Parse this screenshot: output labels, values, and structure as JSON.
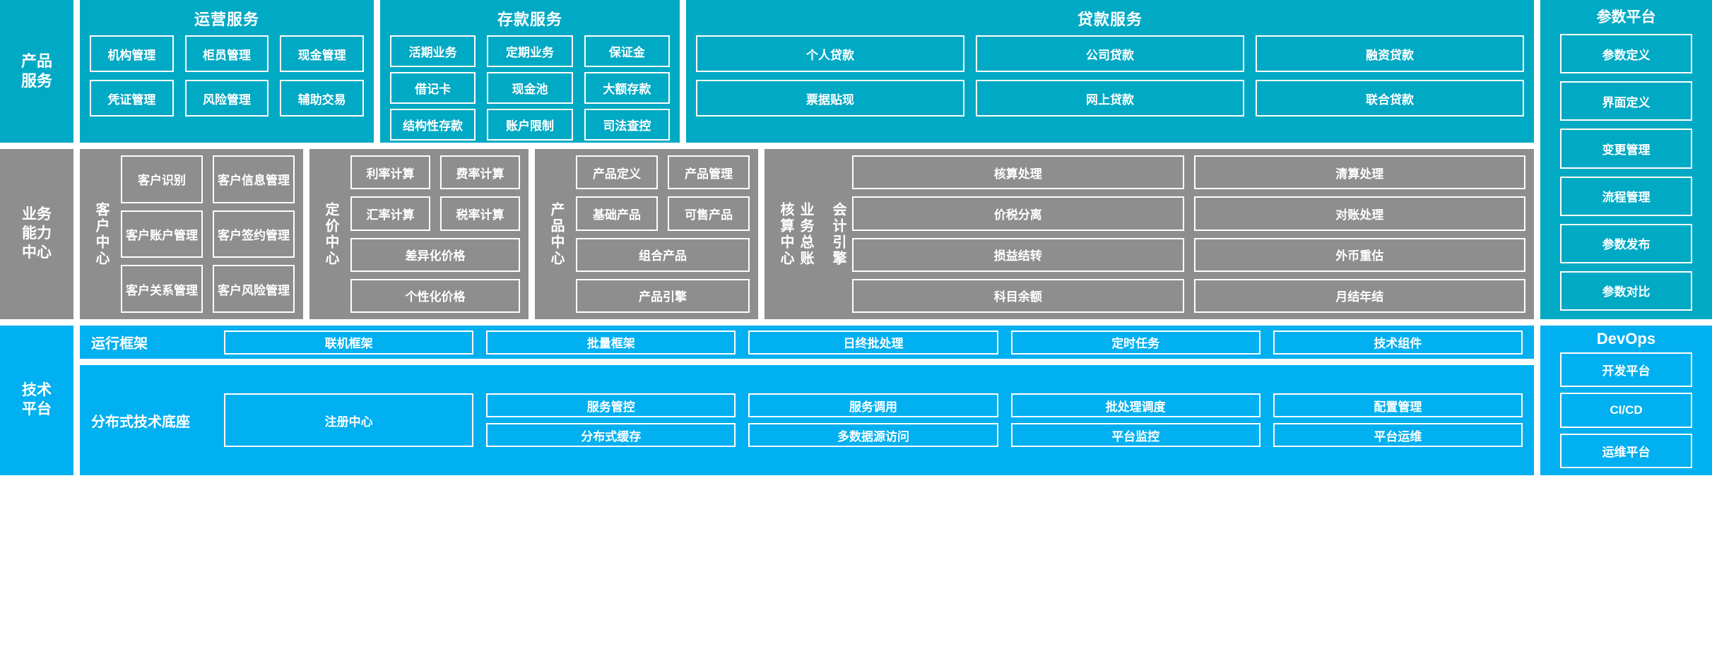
{
  "layers": {
    "product_services": {
      "rail_label": "产品\n服务",
      "groups": [
        {
          "title": "运营服务",
          "items": [
            "机构管理",
            "柜员管理",
            "现金管理",
            "凭证管理",
            "风险管理",
            "辅助交易"
          ]
        },
        {
          "title": "存款服务",
          "items": [
            "活期业务",
            "定期业务",
            "保证金",
            "借记卡",
            "现金池",
            "大额存款",
            "结构性存款",
            "账户限制",
            "司法查控"
          ]
        },
        {
          "title": "贷款服务",
          "items": [
            "个人贷款",
            "公司贷款",
            "融资贷款",
            "票据贴现",
            "网上贷款",
            "联合贷款"
          ]
        }
      ]
    },
    "business_capability": {
      "rail_label": "业务\n能力\n中心",
      "centres": [
        {
          "label": "客户中心",
          "sub_labels": [],
          "items": [
            {
              "text": "客户识别",
              "wide": false
            },
            {
              "text": "客户信息管理",
              "wide": false
            },
            {
              "text": "客户账户管理",
              "wide": false
            },
            {
              "text": "客户签约管理",
              "wide": false
            },
            {
              "text": "客户关系管理",
              "wide": false
            },
            {
              "text": "客户风险管理",
              "wide": false
            }
          ]
        },
        {
          "label": "定价中心",
          "sub_labels": [],
          "items": [
            {
              "text": "利率计算",
              "wide": false
            },
            {
              "text": "费率计算",
              "wide": false
            },
            {
              "text": "汇率计算",
              "wide": false
            },
            {
              "text": "税率计算",
              "wide": false
            },
            {
              "text": "差异化价格",
              "wide": true
            },
            {
              "text": "个性化价格",
              "wide": true
            }
          ]
        },
        {
          "label": "产品中心",
          "sub_labels": [],
          "items": [
            {
              "text": "产品定义",
              "wide": false
            },
            {
              "text": "产品管理",
              "wide": false
            },
            {
              "text": "基础产品",
              "wide": false
            },
            {
              "text": "可售产品",
              "wide": false
            },
            {
              "text": "组合产品",
              "wide": true
            },
            {
              "text": "产品引擎",
              "wide": true
            }
          ]
        },
        {
          "label": "核算中心",
          "sub_labels": [
            "会计引擎",
            "业务总账"
          ],
          "items": [
            {
              "text": "核算处理",
              "wide": false
            },
            {
              "text": "清算处理",
              "wide": false
            },
            {
              "text": "价税分离",
              "wide": false
            },
            {
              "text": "对账处理",
              "wide": false
            },
            {
              "text": "损益结转",
              "wide": false
            },
            {
              "text": "外币重估",
              "wide": false
            },
            {
              "text": "科目余额",
              "wide": false
            },
            {
              "text": "月结年结",
              "wide": false
            }
          ]
        }
      ]
    },
    "technology_platform": {
      "rail_label": "技术\n平台",
      "rows": [
        {
          "name": "运行框架",
          "items": [
            "联机框架",
            "批量框架",
            "日终批处理",
            "定时任务",
            "技术组件"
          ]
        },
        {
          "name": "分布式技术底座",
          "items": [
            "注册中心",
            "服务管控",
            "服务调用",
            "批处理调度",
            "配置管理",
            "分布式缓存",
            "多数据源访问",
            "平台监控",
            "平台运维"
          ]
        }
      ]
    },
    "parameter_platform": {
      "title": "参数平台",
      "items": [
        "参数定义",
        "界面定义",
        "变更管理",
        "流程管理",
        "参数发布",
        "参数对比"
      ]
    },
    "devops": {
      "title": "DevOps",
      "items": [
        "开发平台",
        "CI/CD",
        "运维平台"
      ]
    }
  },
  "colors": {
    "teal": "#00A9C4",
    "grey": "#8E8E8E",
    "cyan": "#00B0F0",
    "background": "#FFFFFF",
    "text": "#FFFFFF"
  }
}
